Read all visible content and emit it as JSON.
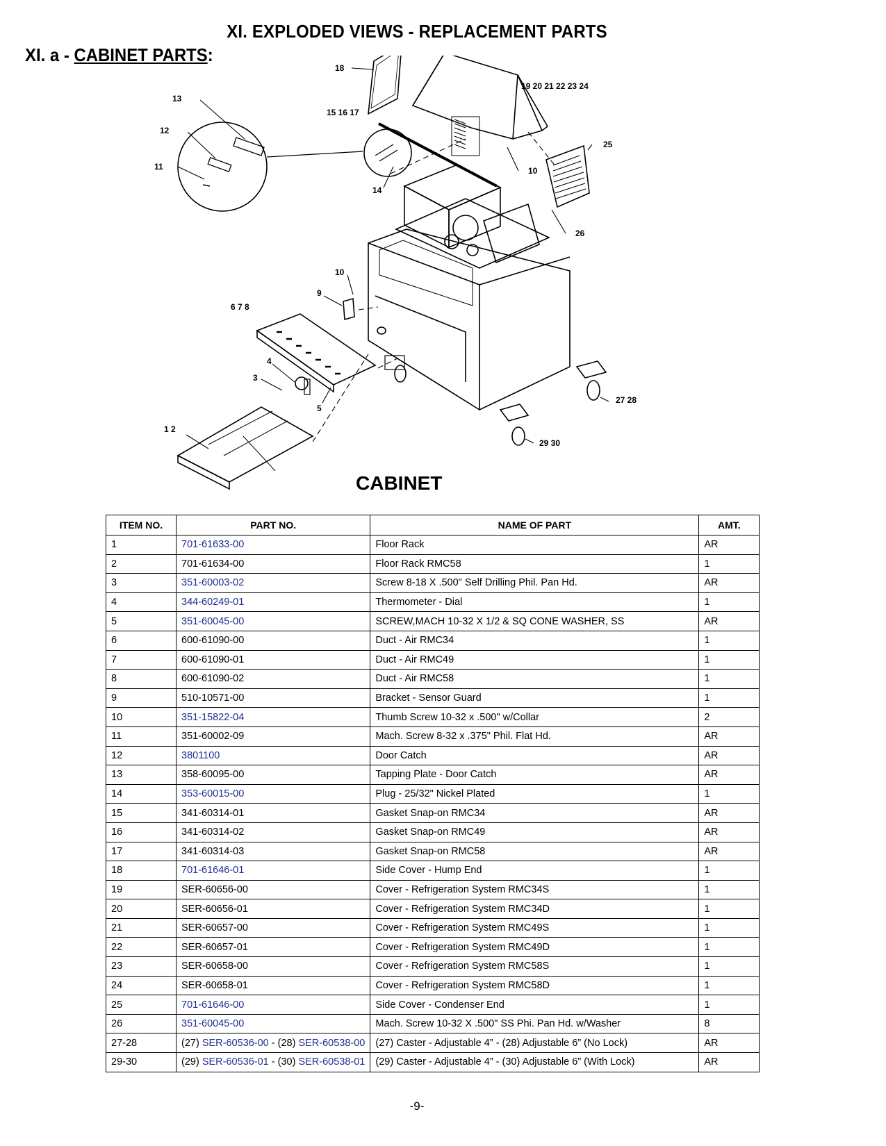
{
  "header": {
    "title": "XI. EXPLODED VIEWS - REPLACEMENT PARTS",
    "section_prefix": "XI. a - ",
    "section_name": "CABINET PARTS",
    "section_suffix": ":"
  },
  "diagram": {
    "label": "CABINET",
    "callouts": [
      "18",
      "19 20 21 22 23 24",
      "15 16 17",
      "13",
      "12",
      "11",
      "14",
      "25",
      "10",
      "26",
      "10",
      "9",
      "6  7  8",
      "4",
      "3",
      "5",
      "1  2",
      "27 28",
      "29 30"
    ]
  },
  "table": {
    "columns": [
      "ITEM NO.",
      "PART NO.",
      "NAME OF PART",
      "AMT."
    ],
    "rows": [
      {
        "item": "1",
        "part": "701-61633-00",
        "link": true,
        "name": "Floor Rack",
        "amt": "AR"
      },
      {
        "item": "2",
        "part": "701-61634-00",
        "link": false,
        "name": "Floor Rack RMC58",
        "amt": "1"
      },
      {
        "item": "3",
        "part": "351-60003-02",
        "link": true,
        "name": "Screw 8-18 X .500\" Self Drilling Phil. Pan Hd.",
        "amt": "AR"
      },
      {
        "item": "4",
        "part": "344-60249-01",
        "link": true,
        "name": "Thermometer - Dial",
        "amt": "1"
      },
      {
        "item": "5",
        "part": "351-60045-00",
        "link": true,
        "name": "SCREW,MACH 10-32 X 1/2 & SQ CONE WASHER, SS",
        "amt": "AR"
      },
      {
        "item": "6",
        "part": "600-61090-00",
        "link": false,
        "name": "Duct - Air RMC34",
        "amt": "1"
      },
      {
        "item": "7",
        "part": "600-61090-01",
        "link": false,
        "name": "Duct - Air RMC49",
        "amt": "1"
      },
      {
        "item": "8",
        "part": "600-61090-02",
        "link": false,
        "name": "Duct - Air RMC58",
        "amt": "1"
      },
      {
        "item": "9",
        "part": "510-10571-00",
        "link": false,
        "name": "Bracket - Sensor Guard",
        "amt": "1"
      },
      {
        "item": "10",
        "part": "351-15822-04",
        "link": true,
        "name": "Thumb Screw 10-32 x .500\" w/Collar",
        "amt": "2"
      },
      {
        "item": "11",
        "part": "351-60002-09",
        "link": false,
        "name": "Mach. Screw 8-32 x .375\" Phil. Flat Hd.",
        "amt": "AR"
      },
      {
        "item": "12",
        "part": "3801100",
        "link": true,
        "name": "Door Catch",
        "amt": "AR"
      },
      {
        "item": "13",
        "part": "358-60095-00",
        "link": false,
        "name": "Tapping Plate - Door Catch",
        "amt": "AR"
      },
      {
        "item": "14",
        "part": "353-60015-00",
        "link": true,
        "name": "Plug - 25/32\" Nickel Plated",
        "amt": "1"
      },
      {
        "item": "15",
        "part": "341-60314-01",
        "link": false,
        "name": "Gasket Snap-on RMC34",
        "amt": "AR"
      },
      {
        "item": "16",
        "part": "341-60314-02",
        "link": false,
        "name": "Gasket Snap-on RMC49",
        "amt": "AR"
      },
      {
        "item": "17",
        "part": "341-60314-03",
        "link": false,
        "name": "Gasket Snap-on RMC58",
        "amt": "AR"
      },
      {
        "item": "18",
        "part": "701-61646-01",
        "link": true,
        "name": "Side Cover - Hump End",
        "amt": "1"
      },
      {
        "item": "19",
        "part": "SER-60656-00",
        "link": false,
        "name": "Cover - Refrigeration System RMC34S",
        "amt": "1"
      },
      {
        "item": "20",
        "part": "SER-60656-01",
        "link": false,
        "name": "Cover - Refrigeration System RMC34D",
        "amt": "1"
      },
      {
        "item": "21",
        "part": "SER-60657-00",
        "link": false,
        "name": "Cover - Refrigeration System RMC49S",
        "amt": "1"
      },
      {
        "item": "22",
        "part": "SER-60657-01",
        "link": false,
        "name": "Cover - Refrigeration System RMC49D",
        "amt": "1"
      },
      {
        "item": "23",
        "part": "SER-60658-00",
        "link": false,
        "name": "Cover - Refrigeration System RMC58S",
        "amt": "1"
      },
      {
        "item": "24",
        "part": "SER-60658-01",
        "link": false,
        "name": "Cover - Refrigeration System RMC58D",
        "amt": "1"
      },
      {
        "item": "25",
        "part": "701-61646-00",
        "link": true,
        "name": "Side Cover - Condenser End",
        "amt": "1"
      },
      {
        "item": "26",
        "part": "351-60045-00",
        "link": true,
        "name": "Mach. Screw 10-32 X .500\" SS Phi. Pan Hd. w/Washer",
        "amt": "8"
      },
      {
        "item": "27-28",
        "part_parts": [
          {
            "prefix": "(27) ",
            "code": "SER-60536-00"
          },
          {
            "prefix": " - (28) ",
            "code": "SER-60538-00"
          }
        ],
        "name": "(27) Caster - Adjustable 4” - (28) Adjustable 6” (No Lock)",
        "amt": "AR"
      },
      {
        "item": "29-30",
        "part_parts": [
          {
            "prefix": "(29) ",
            "code": "SER-60536-01"
          },
          {
            "prefix": " - (30) ",
            "code": "SER-60538-01"
          }
        ],
        "name": "(29) Caster - Adjustable 4” - (30) Adjustable 6” (With Lock)",
        "amt": "AR"
      }
    ]
  },
  "footer": {
    "page_number": "-9-"
  },
  "colors": {
    "link": "#1f2f8f",
    "text": "#000000",
    "background": "#ffffff"
  }
}
